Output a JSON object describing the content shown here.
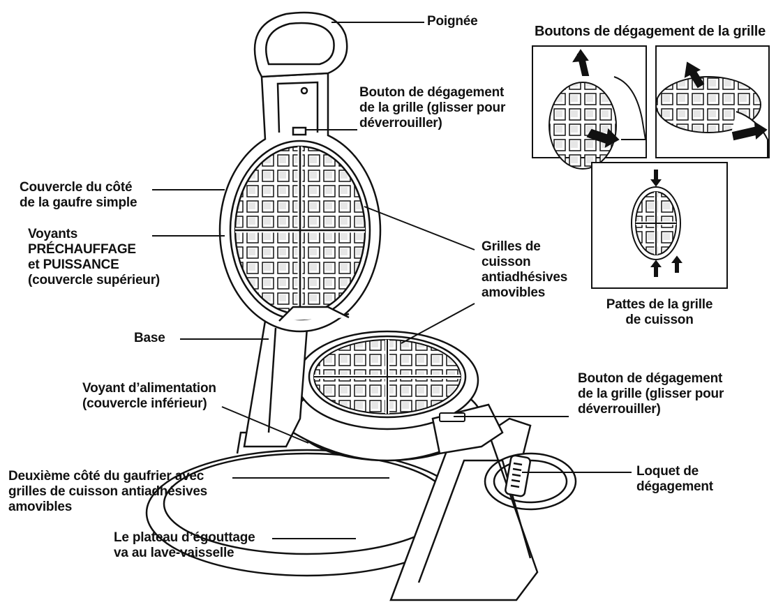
{
  "labels": {
    "poignee": [
      "Poignée"
    ],
    "bouton_haut": [
      "Bouton de dégagement",
      "de la grille (glisser pour",
      "déverrouiller)"
    ],
    "couvercle": [
      "Couvercle du côté",
      "de la gaufre simple"
    ],
    "voyants": [
      "Voyants",
      "PRÉCHAUFFAGE",
      "et PUISSANCE",
      "(couvercle supérieur)"
    ],
    "grilles": [
      "Grilles de",
      "cuisson",
      "antiadhésives",
      "amovibles"
    ],
    "base": [
      "Base"
    ],
    "voyant_alim": [
      "Voyant d’alimentation",
      "(couvercle inférieur)"
    ],
    "bouton_bas": [
      "Bouton de dégagement",
      "de la grille (glisser pour",
      "déverrouiller)"
    ],
    "deuxieme": [
      "Deuxième côté du gaufrier avec",
      "grilles de cuisson antiadhésives",
      "amovibles"
    ],
    "loquet": [
      "Loquet de",
      "dégagement"
    ],
    "plateau": [
      "Le plateau d’égouttage",
      "va au lave-vaisselle"
    ],
    "inset_title": [
      "Boutons de dégagement de la grille"
    ],
    "pattes": [
      "Pattes de la grille",
      "de cuisson"
    ]
  },
  "colors": {
    "ink": "#111111",
    "paper": "#ffffff",
    "shade": "#d9d9d9"
  }
}
